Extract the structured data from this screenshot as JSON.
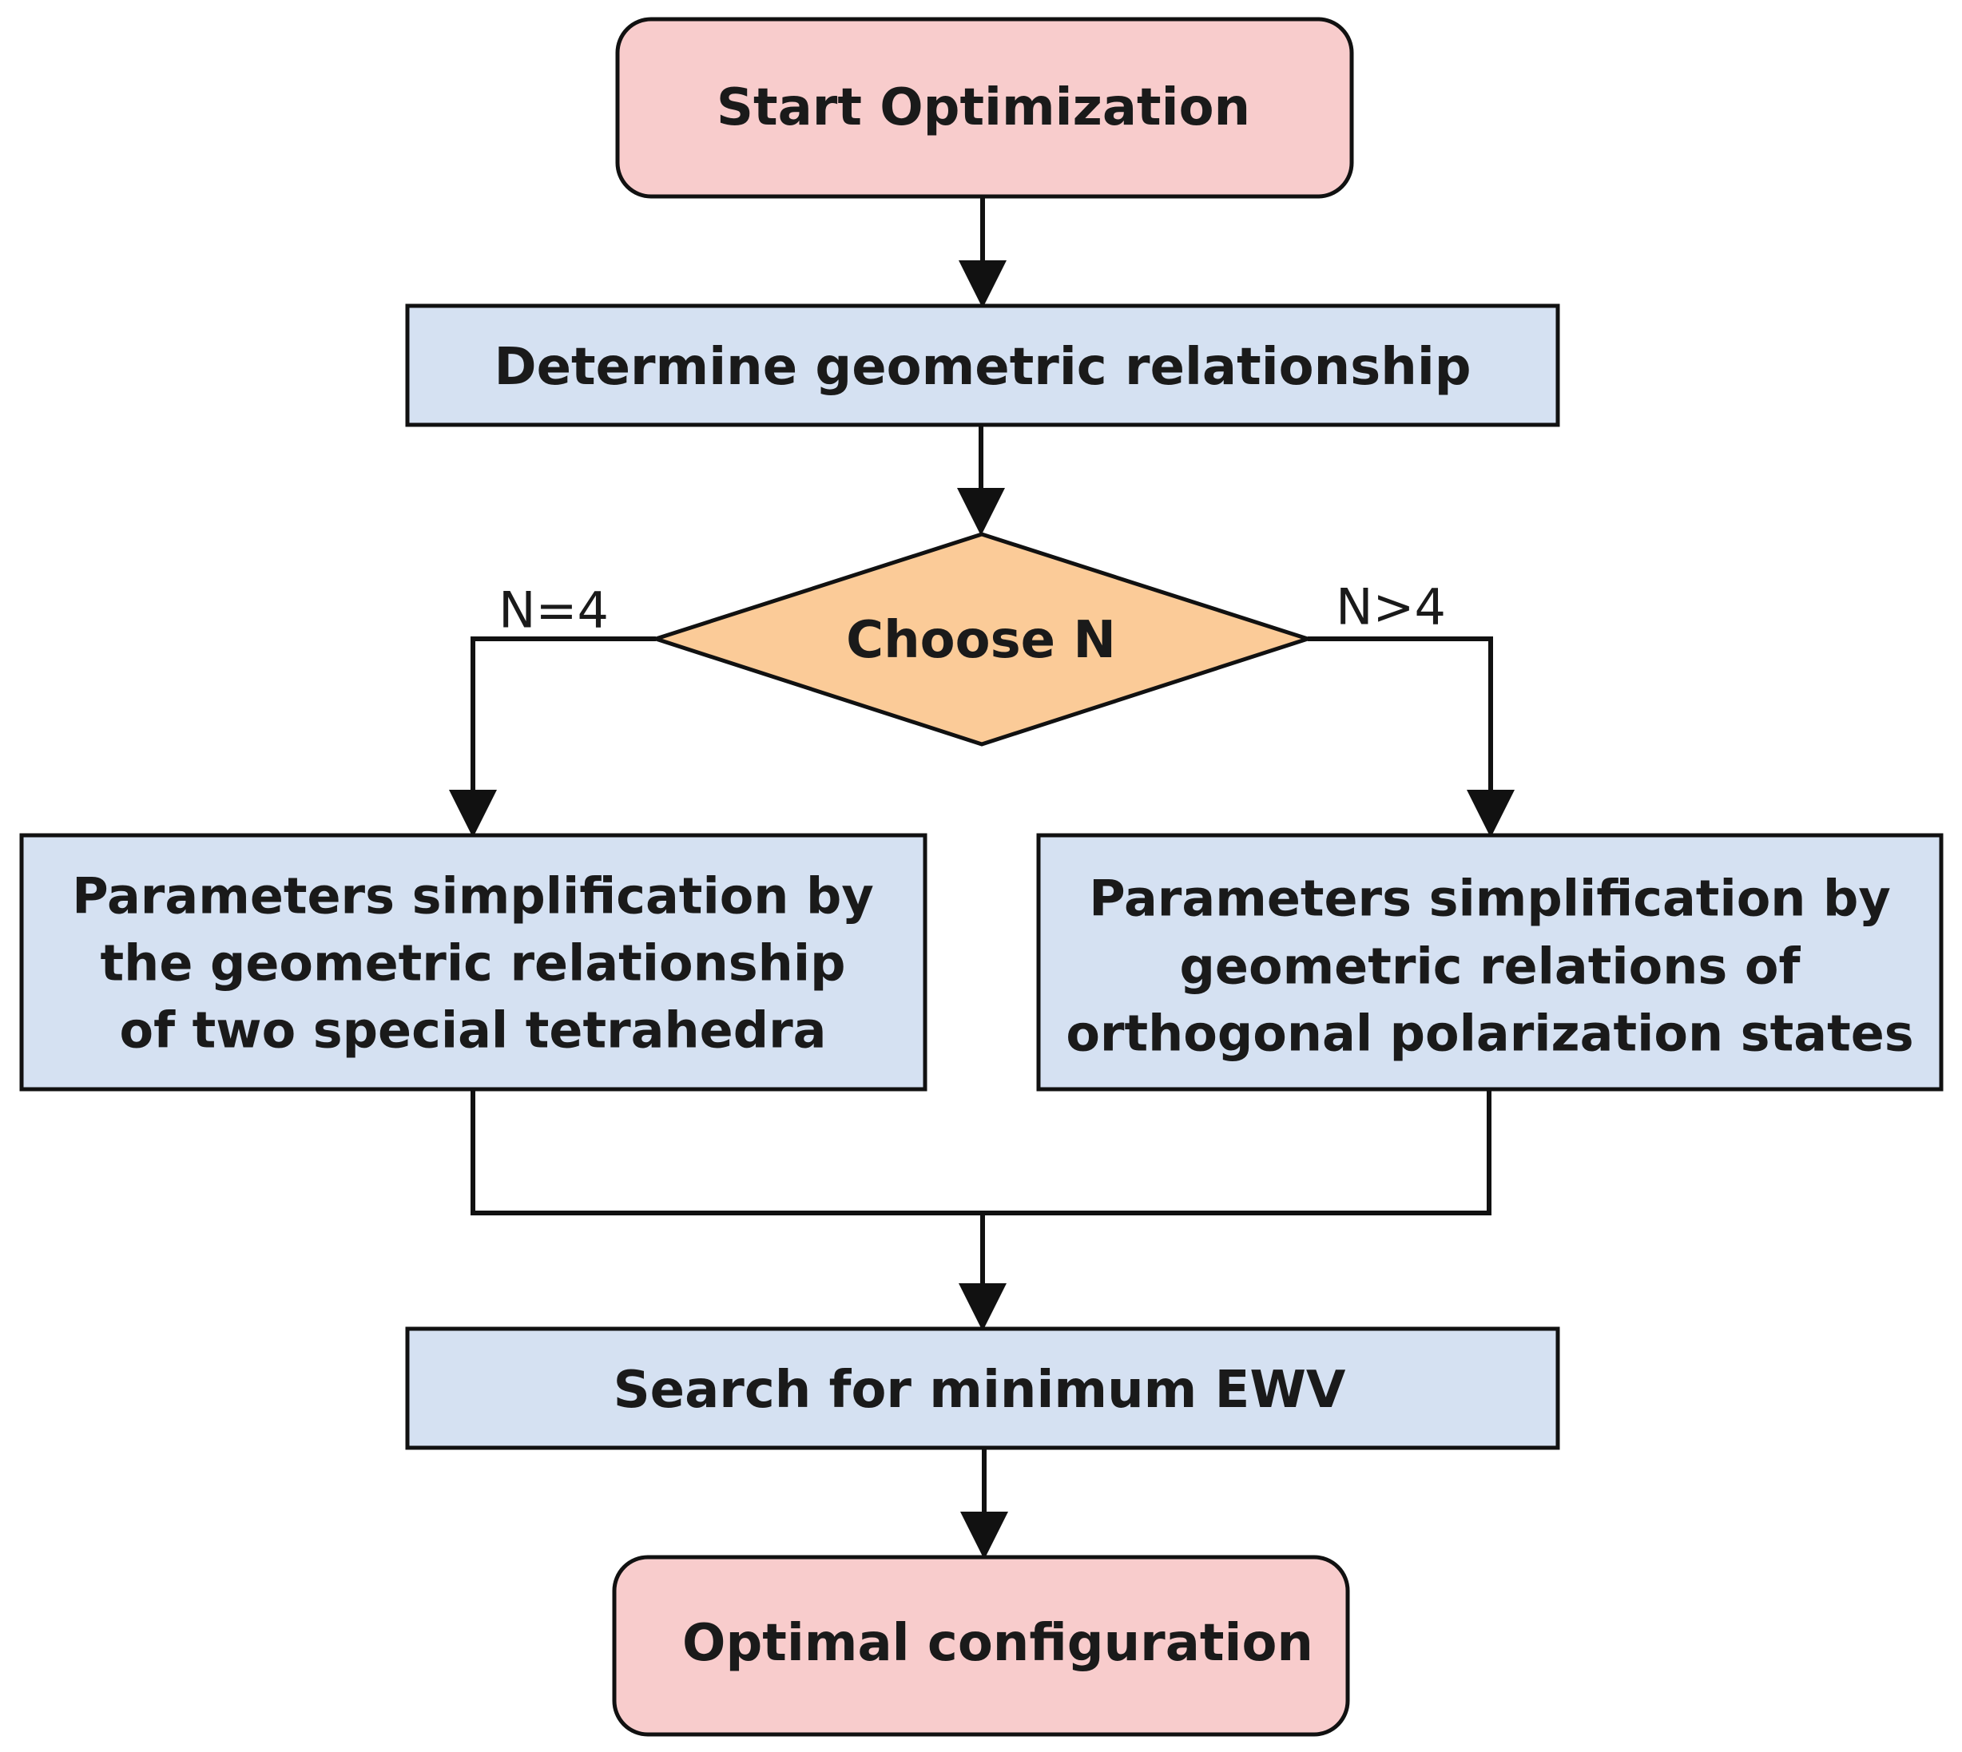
{
  "colors": {
    "terminal_fill": "#f8cccc",
    "process_fill": "#d5e1f2",
    "decision_fill": "#fbcb98",
    "stroke": "#111111",
    "background": "#ffffff"
  },
  "nodes": {
    "start": {
      "label": "Start Optimization",
      "shape": "rounded-rectangle"
    },
    "determine": {
      "label": "Determine geometric relationship",
      "shape": "rectangle"
    },
    "choose": {
      "label": "Choose N",
      "shape": "diamond"
    },
    "left_branch": {
      "shape": "rectangle",
      "lines": [
        "Parameters simplification by",
        "the geometric relationship",
        "of two special tetrahedra"
      ]
    },
    "right_branch": {
      "shape": "rectangle",
      "lines": [
        "Parameters simplification by",
        "geometric relations of",
        "orthogonal polarization states"
      ]
    },
    "search": {
      "label": "Search for minimum EWV",
      "shape": "rectangle"
    },
    "end": {
      "label": "Optimal configuration",
      "shape": "rounded-rectangle"
    }
  },
  "edge_labels": {
    "left": "N=4",
    "right": "N>4"
  }
}
